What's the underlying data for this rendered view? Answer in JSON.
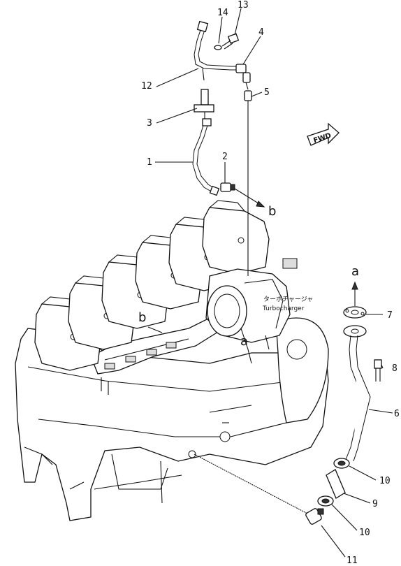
{
  "callouts": {
    "p1": "1",
    "p2": "2",
    "p3": "3",
    "p4": "4",
    "p5": "5",
    "p6": "6",
    "p7": "7",
    "p8": "8",
    "p9": "9",
    "p10a": "10",
    "p10b": "10",
    "p11": "11",
    "p12": "12",
    "p13": "13",
    "p14": "14"
  },
  "connectors": {
    "a_top": "a",
    "a_turbo": "a",
    "b_right": "b",
    "b_left": "b"
  },
  "text": {
    "turbo_jp": "ターボチャージャ",
    "turbo_en": "Turbocharger",
    "fwd": "FWD"
  }
}
